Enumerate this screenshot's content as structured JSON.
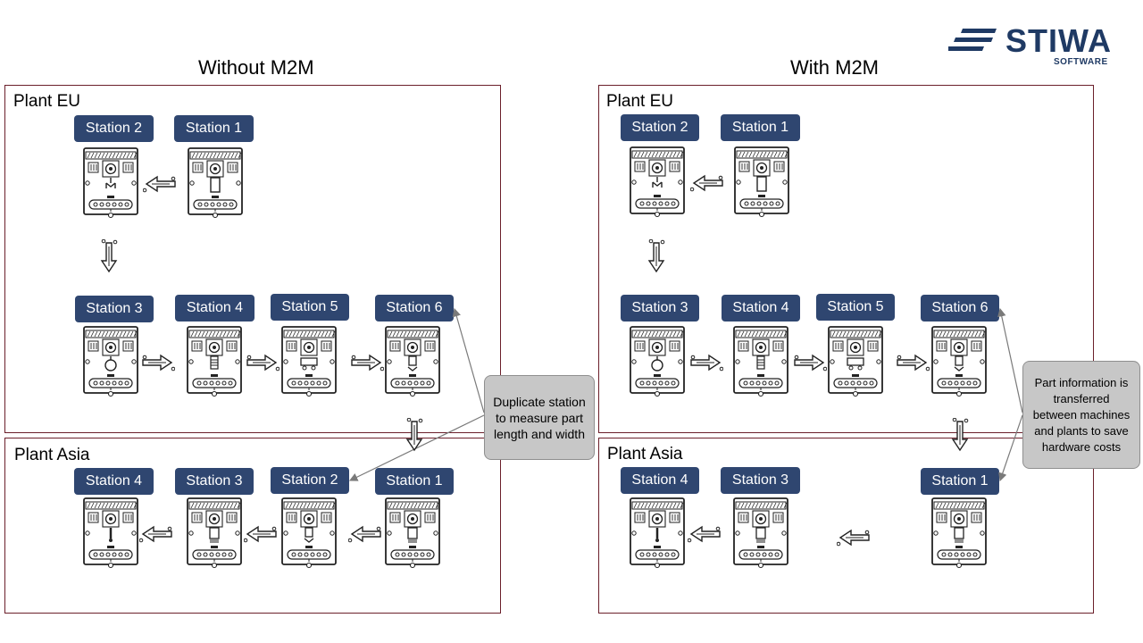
{
  "logo": {
    "text": "STIWA",
    "subtext": "SOFTWARE",
    "color": "#1f3a64"
  },
  "left": {
    "title": "Without M2M",
    "eu": {
      "label": "Plant EU",
      "stations": [
        "Station 2",
        "Station 1",
        "Station 3",
        "Station 4",
        "Station 5",
        "Station 6"
      ]
    },
    "asia": {
      "label": "Plant Asia",
      "stations": [
        "Station 4",
        "Station 3",
        "Station 2",
        "Station 1"
      ]
    },
    "callout": "Duplicate station to measure part length and width"
  },
  "right": {
    "title": "With M2M",
    "eu": {
      "label": "Plant EU",
      "stations": [
        "Station 2",
        "Station 1",
        "Station 3",
        "Station 4",
        "Station 5",
        "Station 6"
      ]
    },
    "asia": {
      "label": "Plant Asia",
      "stations": [
        "Station 4",
        "Station 3",
        "Station 1"
      ]
    },
    "callout": "Part information is transferred between machines and plants to save hardware costs"
  },
  "colors": {
    "station_label_bg": "#2f4670",
    "plant_border": "#6b1f2a",
    "callout_bg": "#c7c7c7"
  },
  "icons": {
    "machine": "machine-station-icon",
    "flow": "signal-arrow-icon"
  }
}
